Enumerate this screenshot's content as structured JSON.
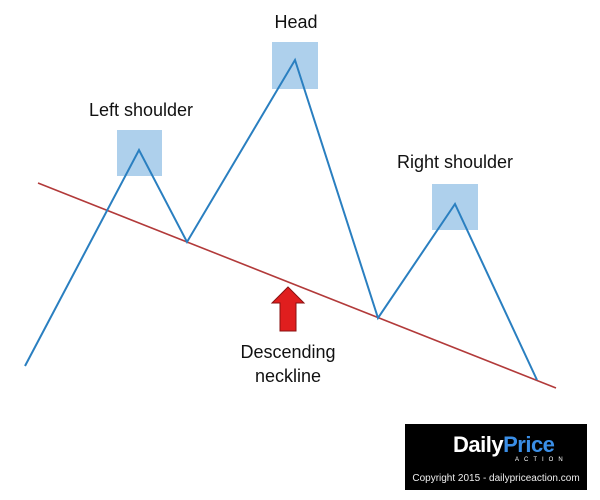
{
  "labels": {
    "head": "Head",
    "left_shoulder": "Left shoulder",
    "right_shoulder": "Right shoulder",
    "neckline_line1": "Descending",
    "neckline_line2": "neckline"
  },
  "logo": {
    "brand_a": "Daily",
    "brand_b": "Price",
    "sub": "ACTION",
    "copyright": "Copyright 2015 - dailypriceaction.com"
  },
  "colors": {
    "price_line": "#2a7fc0",
    "neckline": "#b23a3a",
    "highlight": "#a9cdea",
    "arrow": "#e01e1e"
  }
}
